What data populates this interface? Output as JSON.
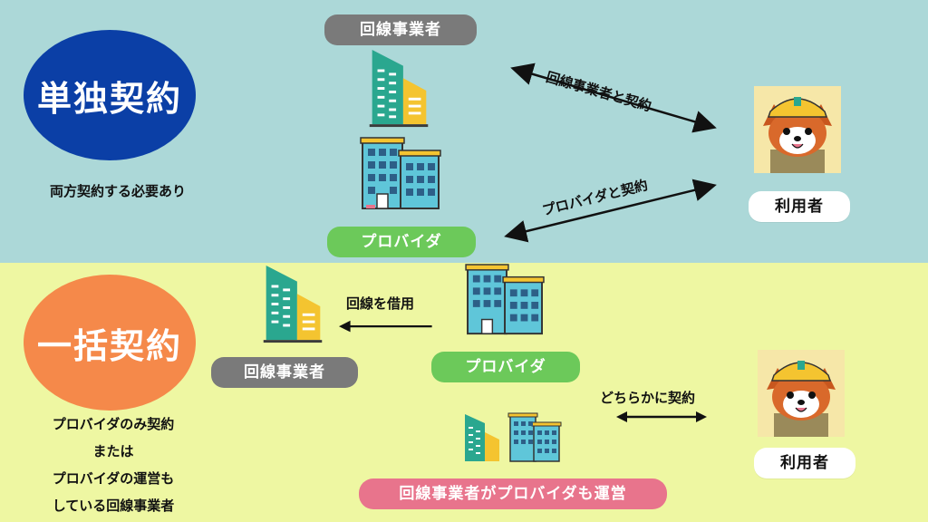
{
  "colors": {
    "top_bg": "#acd8d8",
    "bottom_bg": "#eef7a2",
    "oval_top": "#0b3fa6",
    "oval_bottom": "#f5894a",
    "gray_pill": "#7a7a7a",
    "green_pill": "#6cc95a",
    "pink_pill": "#e8748c"
  },
  "top": {
    "title": "単独契約",
    "note": "両方契約する必要あり",
    "carrier_label": "回線事業者",
    "provider_label": "プロバイダ",
    "user_label": "利用者",
    "arrow_carrier": "回線事業者と契約",
    "arrow_provider": "プロバイダと契約"
  },
  "bottom": {
    "title": "一括契約",
    "note_lines": [
      "プロバイダのみ契約",
      "または",
      "プロバイダの運営も",
      "している回線事業者"
    ],
    "carrier_label": "回線事業者",
    "provider_label": "プロバイダ",
    "user_label": "利用者",
    "lease_label": "回線を借用",
    "either_label": "どちらかに契約",
    "combined_label": "回線事業者がプロバイダも運営"
  },
  "icons": {
    "carrier_building": "tall-tilted-building-icon",
    "provider_building": "office-buildings-icon",
    "user_avatar": "red-panda-hardhat-icon"
  }
}
